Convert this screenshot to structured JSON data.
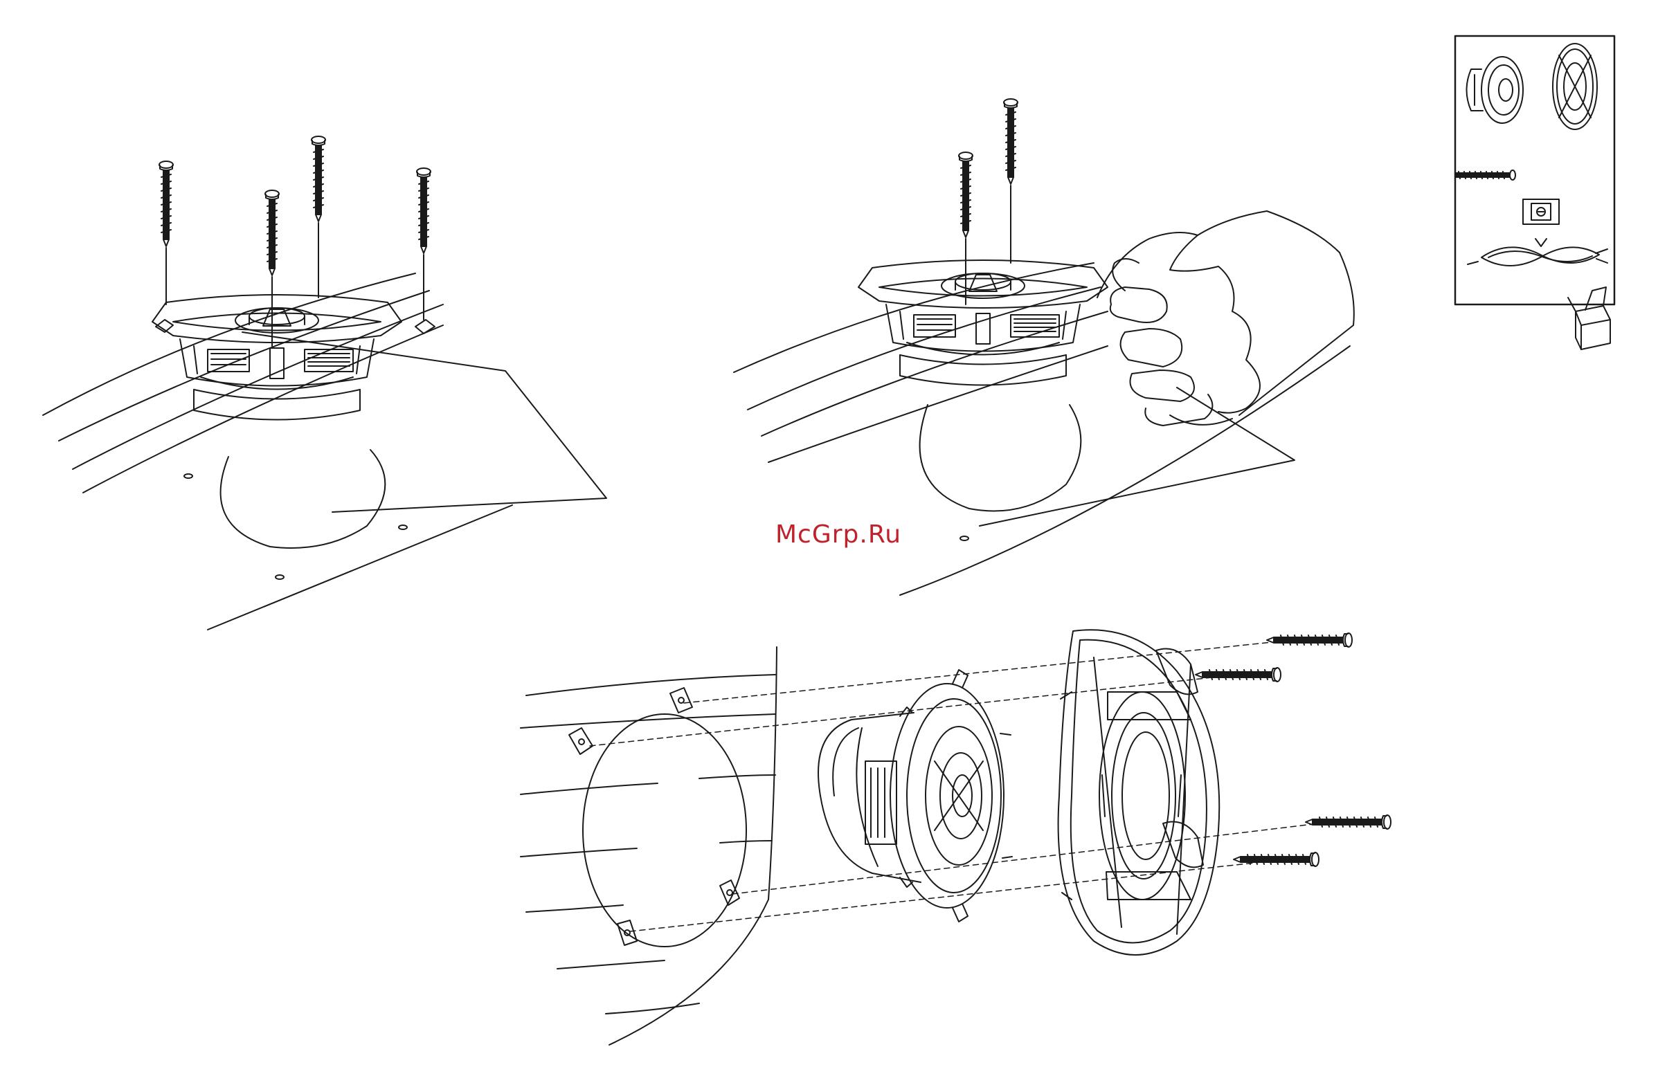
{
  "watermark": {
    "text": "McGrp.Ru",
    "color": "#c0212b"
  },
  "colors": {
    "line": "#1a1a1a",
    "background": "#ffffff"
  },
  "figures": [
    {
      "id": "top-left",
      "icons": [
        "speaker-icon",
        "screw-icon"
      ]
    },
    {
      "id": "top-middle",
      "icons": [
        "speaker-icon",
        "screw-icon",
        "hand-icon"
      ]
    },
    {
      "id": "bottom",
      "icons": [
        "speaker-icon",
        "grille-icon",
        "screw-icon",
        "clip-icon"
      ]
    },
    {
      "id": "contents-box",
      "icons": [
        "speaker-icon",
        "grille-icon",
        "screw-icon",
        "clip-icon",
        "wire-icon",
        "box-icon"
      ]
    }
  ]
}
